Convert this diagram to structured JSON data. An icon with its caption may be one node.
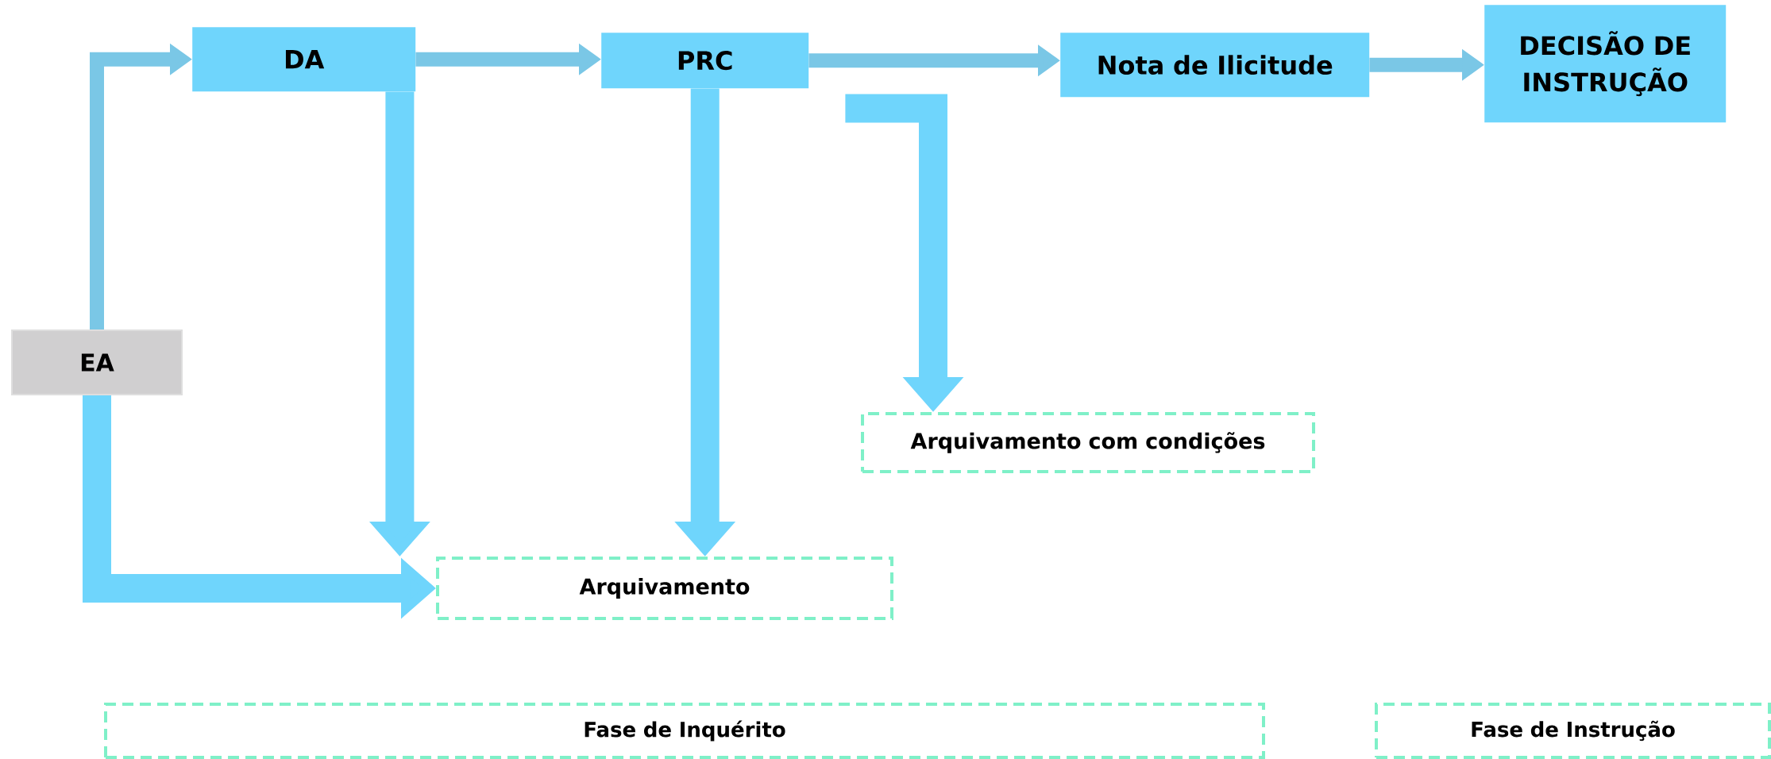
{
  "diagram": {
    "nodes": [
      {
        "text": [
          "EA"
        ]
      },
      {
        "text": [
          "DA"
        ]
      },
      {
        "text": [
          "PRC"
        ]
      },
      {
        "text": [
          "Nota de Ilicitude"
        ]
      },
      {
        "text": [
          "DECISÃO DE INSTRUÇÃO"
        ]
      },
      {
        "text": [
          "Arquivamento com condições"
        ]
      },
      {
        "text": [
          "Arquivamento"
        ]
      },
      {
        "text": [
          "Fase de Inquérito"
        ]
      },
      {
        "text": [
          "Fase de Instrução"
        ]
      }
    ],
    "edges": [
      {
        "from": 0,
        "to": 1,
        "arrow": "to",
        "color": "#7ac7e6"
      },
      {
        "from": 1,
        "to": 2,
        "arrow": "to",
        "color": "#7ac7e6"
      },
      {
        "from": 2,
        "to": 3,
        "arrow": "to",
        "color": "#7ac7e6"
      },
      {
        "from": 3,
        "to": 4,
        "arrow": "to",
        "color": "#7ac7e6"
      },
      {
        "from": 1,
        "to": 6,
        "arrow": "to",
        "style": "thick"
      },
      {
        "from": 2,
        "to": 6,
        "arrow": "to",
        "style": "thick"
      },
      {
        "from": 2,
        "to": 5,
        "arrow": "to",
        "style": "thick"
      },
      {
        "from": 0,
        "to": 6,
        "arrow": "to",
        "style": "thick"
      }
    ]
  }
}
